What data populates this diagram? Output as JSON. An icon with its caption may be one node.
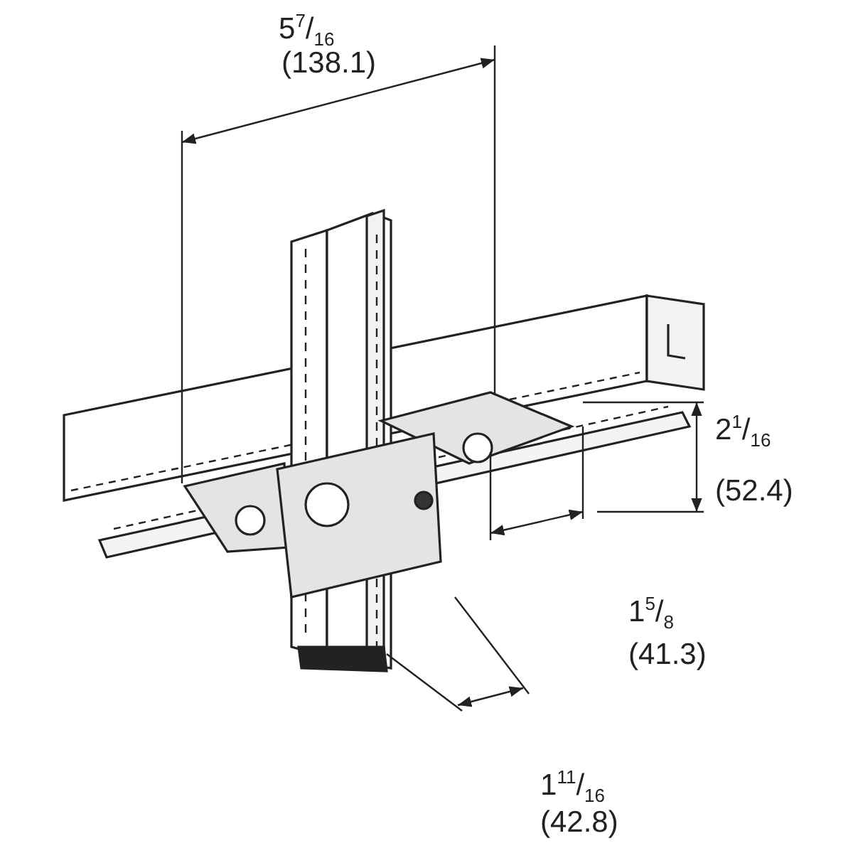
{
  "diagram": {
    "labels": [
      "5$^{7}$/$_{16}$",
      "(138.1)",
      "2$^{1}$/$_{16}$",
      "(52.4)",
      "1$^{5}$/$_{8}$",
      "(41.3)",
      "1$^{11}$/$_{16}$",
      "(42.8)"
    ]
  }
}
